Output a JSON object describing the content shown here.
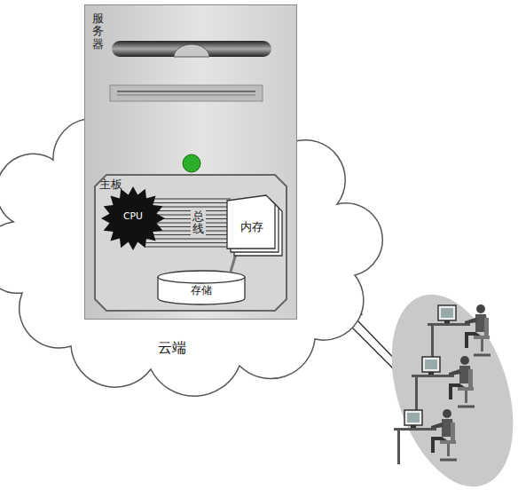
{
  "diagram": {
    "nodes": [
      {
        "text": [
          "云端"
        ]
      },
      {
        "text": [
          "服务器"
        ]
      },
      {
        "text": [
          "主板"
        ],
        "in": 1
      },
      {
        "text": [
          "CPU"
        ],
        "in": 2
      },
      {
        "text": [
          "内存"
        ],
        "in": 2
      },
      {
        "text": [
          "存储"
        ],
        "in": 2
      }
    ],
    "edges": [
      {
        "from": 3,
        "to": 4,
        "arrow": "none",
        "label": "总线"
      },
      {
        "from": 5,
        "to": 4,
        "arrow": "none"
      }
    ]
  }
}
